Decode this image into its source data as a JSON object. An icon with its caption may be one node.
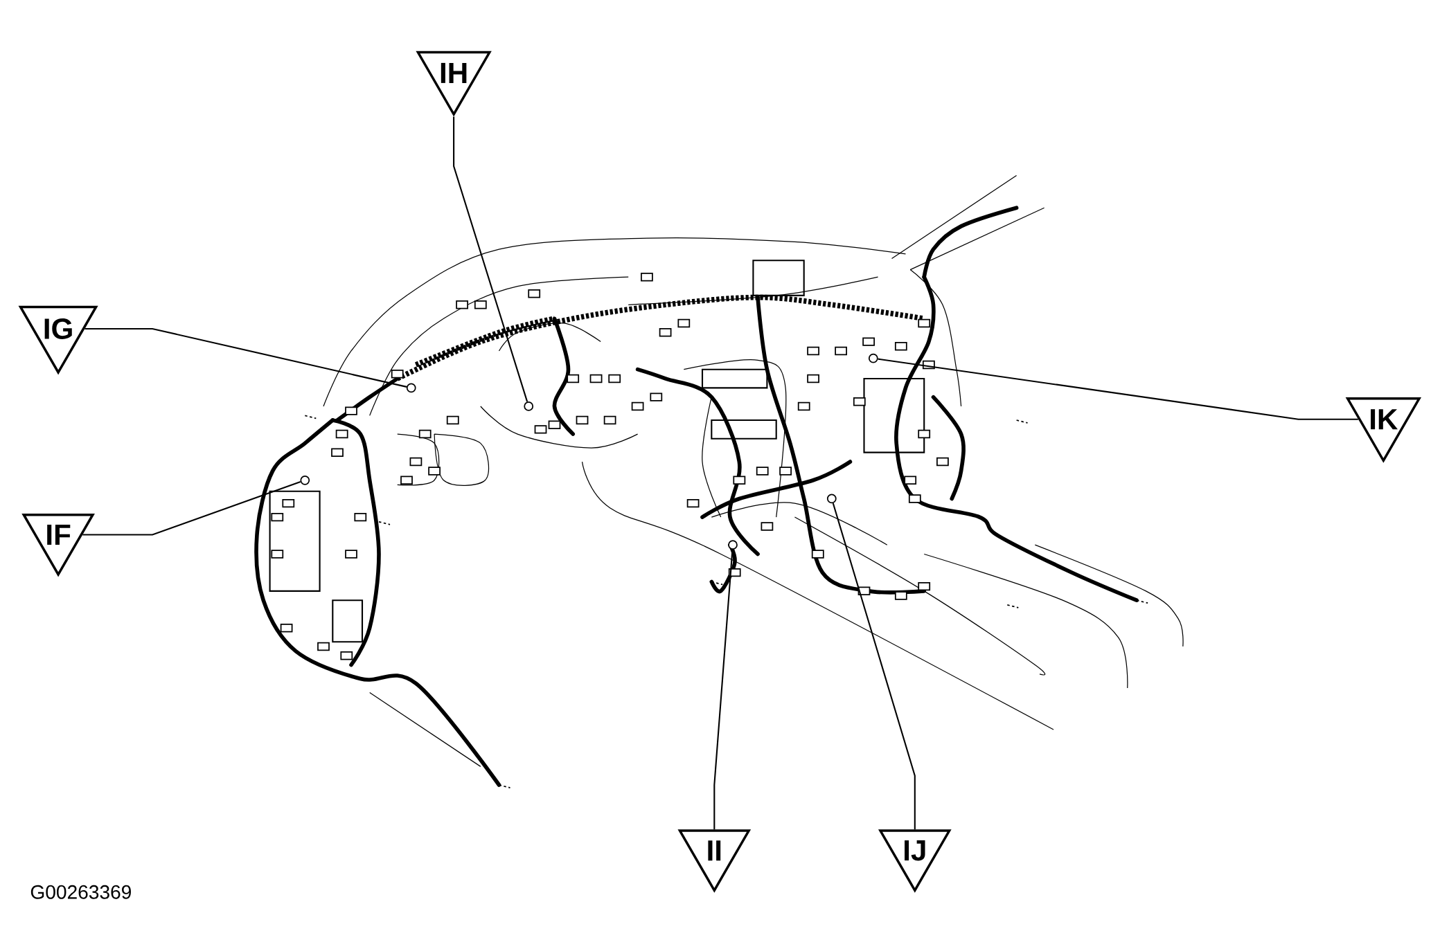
{
  "diagram": {
    "nodes": [
      {
        "text": [
          "IH"
        ]
      },
      {
        "text": [
          "IG"
        ]
      },
      {
        "text": [
          "IK"
        ]
      },
      {
        "text": [
          "IF"
        ]
      },
      {
        "text": [
          "II"
        ]
      },
      {
        "text": [
          "IJ"
        ]
      },
      {
        "text": [],
        "shape": "circle"
      },
      {
        "text": [],
        "shape": "circle"
      },
      {
        "text": [],
        "shape": "circle"
      },
      {
        "text": [],
        "shape": "circle"
      },
      {
        "text": [],
        "shape": "circle"
      },
      {
        "text": [],
        "shape": "circle"
      }
    ],
    "edges": [
      {
        "from": 0,
        "to": 8,
        "arrow": "none"
      },
      {
        "from": 1,
        "to": 7,
        "arrow": "none"
      },
      {
        "from": 2,
        "to": 11,
        "arrow": "none"
      },
      {
        "from": 3,
        "to": 6,
        "arrow": "none"
      },
      {
        "from": 4,
        "to": 9,
        "arrow": "none"
      },
      {
        "from": 5,
        "to": 10,
        "arrow": "none"
      }
    ],
    "labels": [
      "G00263369"
    ]
  }
}
